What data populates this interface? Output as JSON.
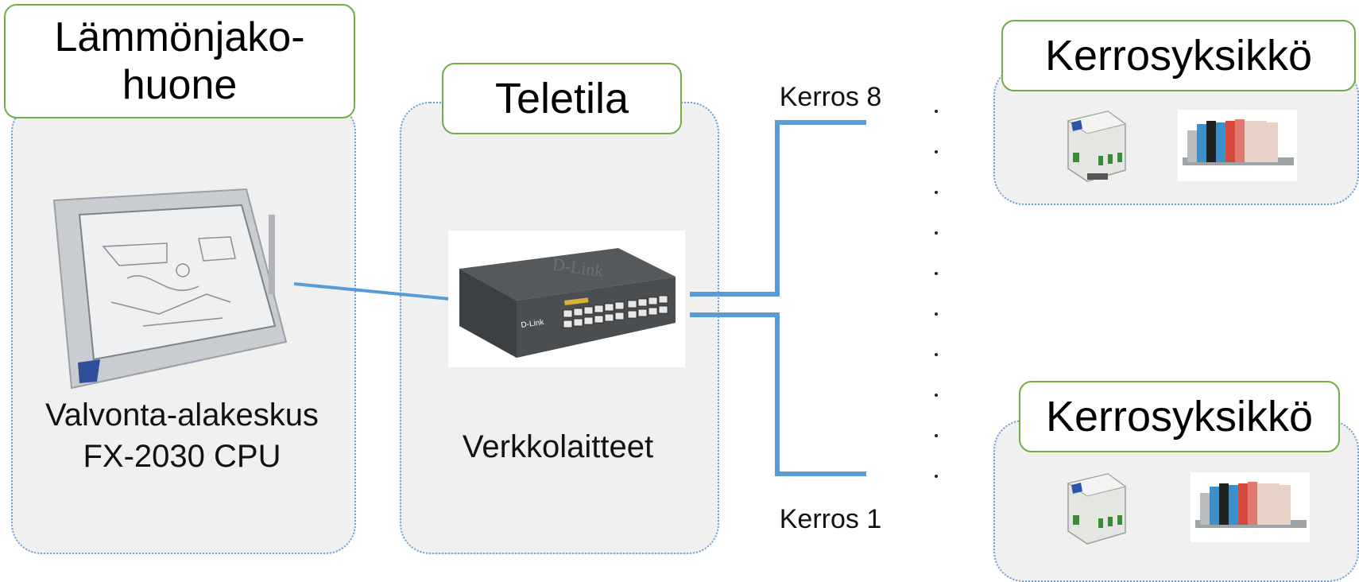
{
  "left_panel": {
    "title": "Lämmönjako-\nhuone",
    "caption_line1": "Valvonta-alakeskus",
    "caption_line2": "FX-2030 CPU"
  },
  "middle_panel": {
    "title": "Teletila",
    "caption": "Verkkolaitteet",
    "switch_brand": "D-Link"
  },
  "branches": {
    "top_label": "Kerros 8",
    "bottom_label": "Kerros 1"
  },
  "right_top_panel": {
    "title": "Kerrosyksikkö"
  },
  "right_bottom_panel": {
    "title": "Kerrosyksikkö"
  },
  "colors": {
    "panel_border": "#6f9fd8",
    "title_border": "#70ad47",
    "wire": "#5b9bd5",
    "panel_fill": "#f0f0f0"
  },
  "icons": {
    "touchscreen": "touch-panel-icon",
    "switch": "network-switch-icon",
    "io_module": "din-rail-module-icon",
    "terminal_block": "terminal-block-icon"
  }
}
